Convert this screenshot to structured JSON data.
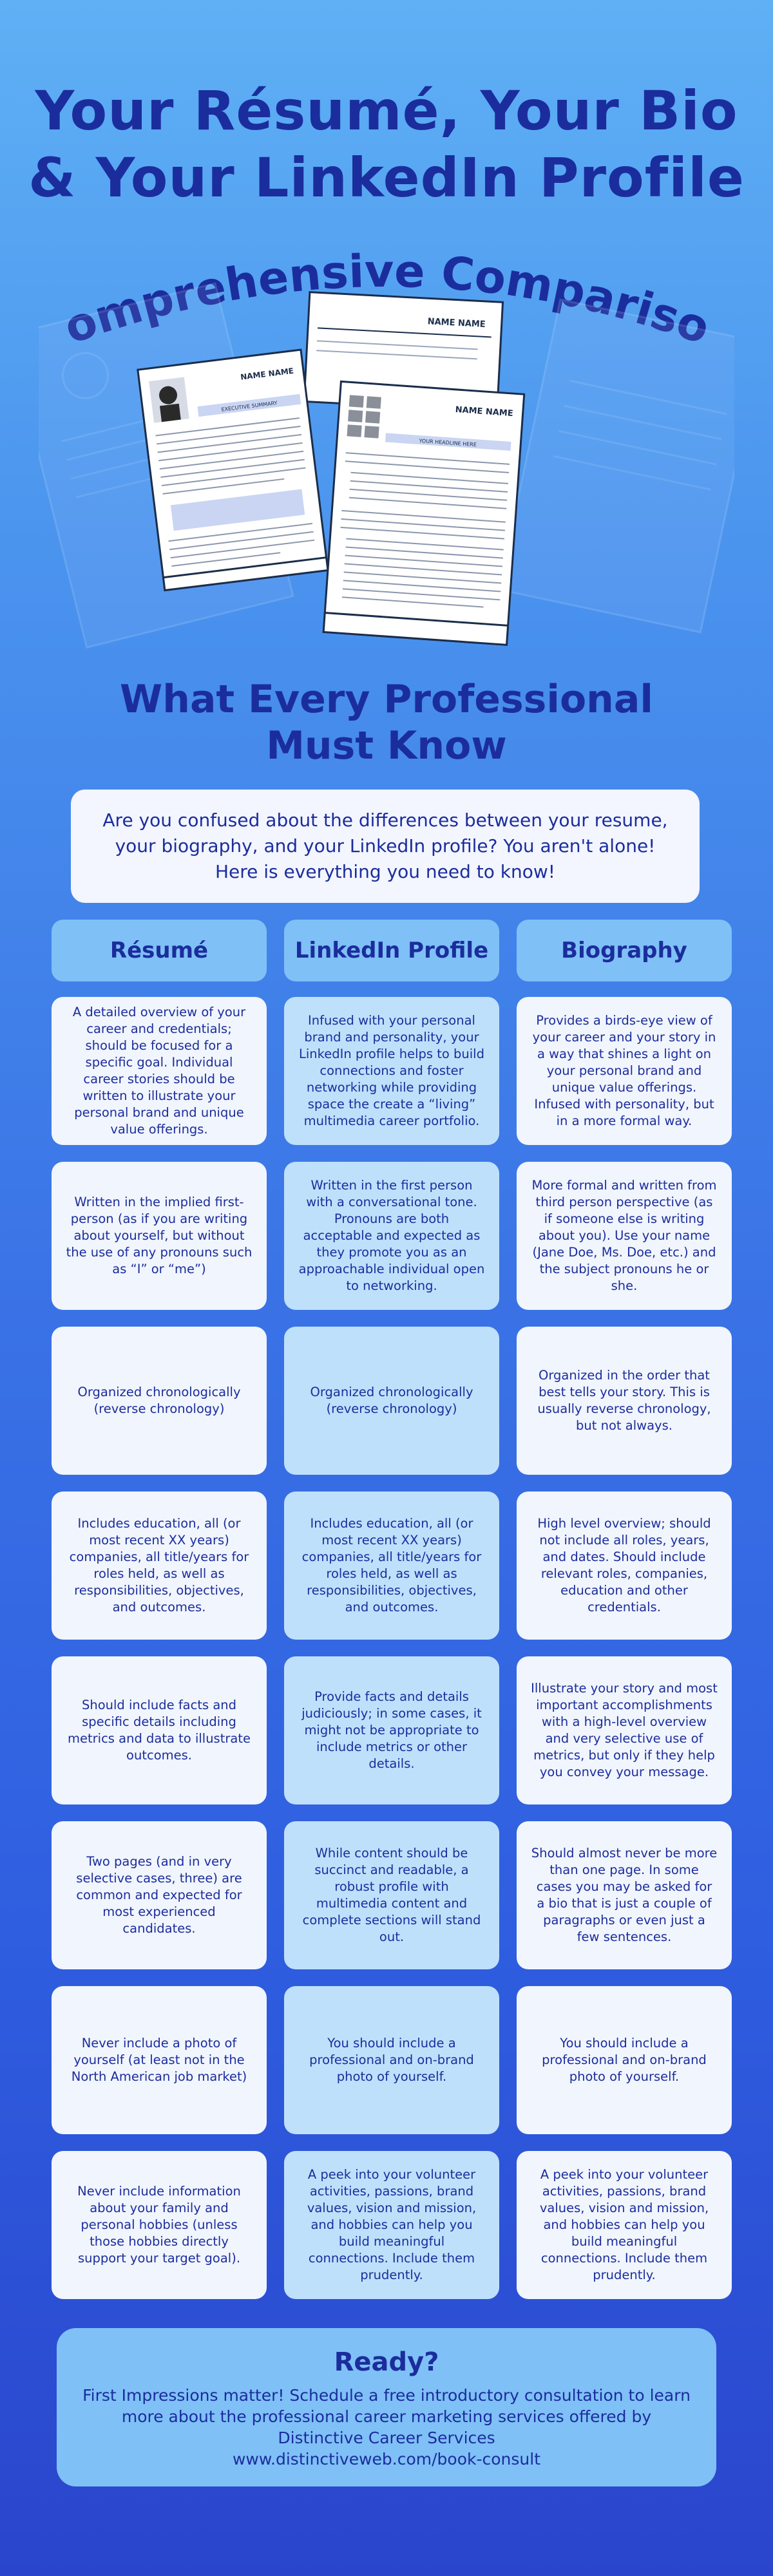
{
  "header": {
    "title_line1": "Your Résumé, Your Bio",
    "title_line2": "& Your LinkedIn Profile",
    "arc_title": "Comprehensive Comparison",
    "subtitle_line1": "What Every Professional",
    "subtitle_line2": "Must Know"
  },
  "illustration": {
    "doc_name": "NAME NAME",
    "doc_heading_left": "EXECUTIVE SUMMARY",
    "doc_heading_right": "YOUR HEADLINE HERE"
  },
  "intro": "Are you confused about the differences between your resume, your biography, and your LinkedIn profile? You aren't alone! Here is everything you need to know!",
  "columns": [
    "Résumé",
    "LinkedIn Profile",
    "Biography"
  ],
  "rows": [
    [
      "A detailed overview of your career and credentials; should be focused for a specific goal. Individual career stories should be written to illustrate your personal brand and unique value offerings.",
      "Infused with your personal brand and personality, your LinkedIn profile helps to build connections and foster networking while providing space the create a “living” multimedia career portfolio.",
      "Provides a birds-eye view of your career and your story in a way that shines a light on your personal brand and unique value offerings. Infused with personality, but in a more formal way."
    ],
    [
      "Written in the implied first-person (as if you are writing about yourself, but without the use of any pronouns such as “I” or “me”)",
      "Written in the first person with a conversational tone. Pronouns are both acceptable and expected as they promote you as an approachable individual open to networking.",
      "More formal and written from third person perspective (as if someone else is writing about you). Use your name (Jane Doe, Ms. Doe, etc.) and the subject pronouns he or she."
    ],
    [
      "Organized chronologically (reverse chronology)",
      "Organized chronologically (reverse chronology)",
      "Organized in the order that best tells your story. This is usually reverse chronology, but not always."
    ],
    [
      "Includes education, all (or most recent XX years) companies, all title/years for roles held, as well as responsibilities, objectives, and outcomes.",
      "Includes education, all (or most recent XX years) companies, all title/years for roles held, as well as responsibilities, objectives, and outcomes.",
      "High level overview; should not include all roles, years, and dates. Should include relevant roles, companies, education and other credentials."
    ],
    [
      "Should include facts and specific details including metrics and data to illustrate outcomes.",
      "Provide facts and details judiciously; in some cases, it might not be appropriate to include metrics or other details.",
      "Illustrate your story and most important accomplishments with a high-level overview and very selective use of metrics, but only if they help you convey your message."
    ],
    [
      "Two pages (and in very selective cases, three) are common and expected for most experienced candidates.",
      "While content should be succinct and readable, a robust profile with multimedia content and complete sections will stand out.",
      "Should almost never be more than one page. In some cases you may be asked for a bio that is just a couple of paragraphs or even just a few sentences."
    ],
    [
      "Never include a photo of yourself (at least not in the North American job market)",
      "You should include a professional and on-brand photo of yourself.",
      "You should include a professional and on-brand photo of yourself."
    ],
    [
      "Never include information about your family and personal hobbies (unless those hobbies directly support your target goal).",
      "A peek into your volunteer activities, passions, brand values, vision and mission, and hobbies can help you build meaningful connections. Include them prudently.",
      "A peek into your volunteer activities, passions, brand values, vision and mission, and hobbies can help you build meaningful connections. Include them prudently."
    ]
  ],
  "cta": {
    "heading": "Ready?",
    "text": "First Impressions matter! Schedule a free introductory consultation to learn more about the professional career marketing services offered by Distinctive Career Services",
    "url": "www.distinctiveweb.com/book-consult"
  },
  "colors": {
    "navy": "#1b2d9c",
    "header_cell": "#7fc0f7",
    "light_cell": "#f1f5fd",
    "blue_cell": "#bfe0fb"
  }
}
